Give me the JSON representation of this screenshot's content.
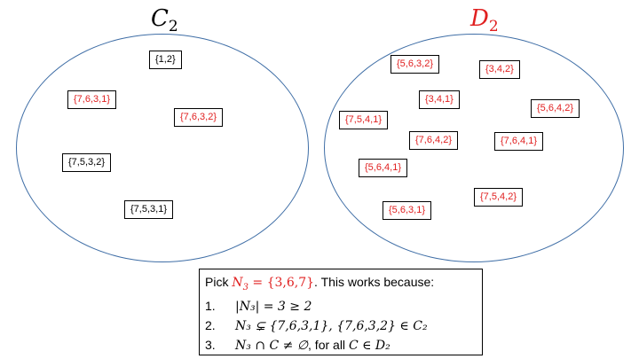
{
  "titles": {
    "left_letter": "C",
    "left_sub": "2",
    "right_letter": "D",
    "right_sub": "2"
  },
  "colors": {
    "red": "#e02020",
    "black": "#000000",
    "ellipse": "#3f6ea6"
  },
  "left_sets": [
    {
      "label": "{1,2}",
      "color": "black"
    },
    {
      "label": "{7,6,3,1}",
      "color": "red"
    },
    {
      "label": "{7,6,3,2}",
      "color": "red"
    },
    {
      "label": "{7,5,3,2}",
      "color": "black"
    },
    {
      "label": "{7,5,3,1}",
      "color": "black"
    }
  ],
  "right_sets": [
    {
      "label": "{5,6,3,2}"
    },
    {
      "label": "{3,4,2}"
    },
    {
      "label": "{3,4,1}"
    },
    {
      "label": "{5,6,4,2}"
    },
    {
      "label": "{7,5,4,1}"
    },
    {
      "label": "{7,6,4,2}"
    },
    {
      "label": "{7,6,4,1}"
    },
    {
      "label": "{5,6,4,1}"
    },
    {
      "label": "{7,5,4,2}"
    },
    {
      "label": "{5,6,3,1}"
    }
  ],
  "info": {
    "pick_prefix": "Pick ",
    "pick_var": "N",
    "pick_sub": "3",
    "pick_eq": " = {3,6,7}",
    "pick_suffix": ". This works because:",
    "item1_num": "1.",
    "item1_text": "|N₃| = 3 ≥ 2",
    "item2_num": "2.",
    "item2_text": "N₃ ⊊ {7,6,3,1}, {7,6,3,2} ∈ C₂",
    "item3_num": "3.",
    "item3_text_math": "N₃ ∩ C ≠ ∅",
    "item3_text_rest": ", for all ",
    "item3_text_math2": "C ∈ D₂"
  }
}
